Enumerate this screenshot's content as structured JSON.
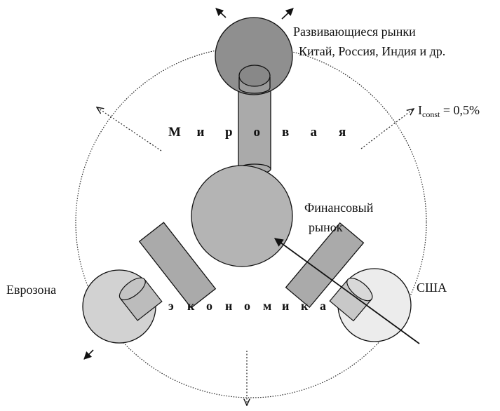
{
  "diagram": {
    "labels": {
      "emerging_line1": "Развивающиеся рынки",
      "emerging_line2": "Китай, Россия, Индия и др.",
      "financial_line1": "Финансовый",
      "financial_line2": "рынок",
      "eurozone": "Еврозона",
      "usa": "США",
      "rate_main": "I",
      "rate_sub": "const",
      "rate_value": " = 0,5%"
    },
    "world_letters": [
      "М",
      "и",
      "р",
      "о",
      "в",
      "а",
      "я"
    ],
    "economy_letters": [
      "э",
      "к",
      "о",
      "н",
      "о",
      "м",
      "и",
      "к",
      "а"
    ],
    "colors": {
      "top_sphere": "#8f8f8f",
      "center_sphere": "#b4b4b4",
      "left_sphere": "#d2d2d2",
      "right_sphere": "#ececec",
      "pipe": "#aaaaaa",
      "outline": "#111111"
    }
  }
}
